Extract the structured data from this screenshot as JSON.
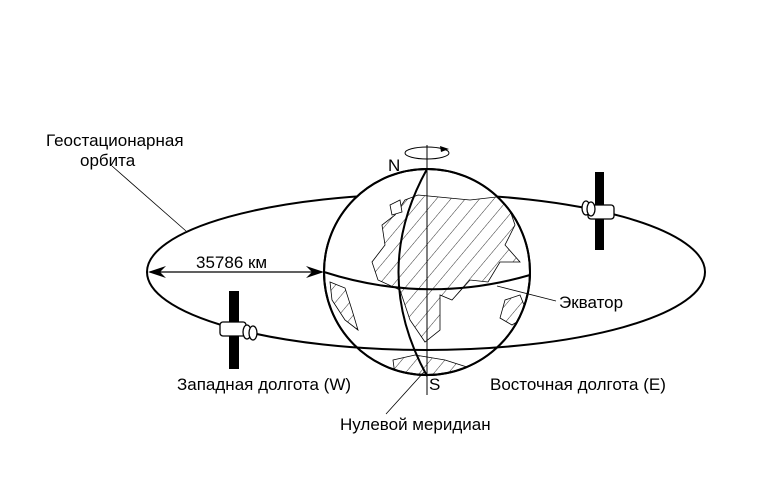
{
  "labels": {
    "orbit_line1": "Геостационарная",
    "orbit_line2": "орбита",
    "distance": "35786 км",
    "north": "N",
    "south": "S",
    "equator": "Экватор",
    "west": "Западная долгота (W)",
    "east": "Восточная долгота (E)",
    "prime_meridian": "Нулевой меридиан"
  }
}
